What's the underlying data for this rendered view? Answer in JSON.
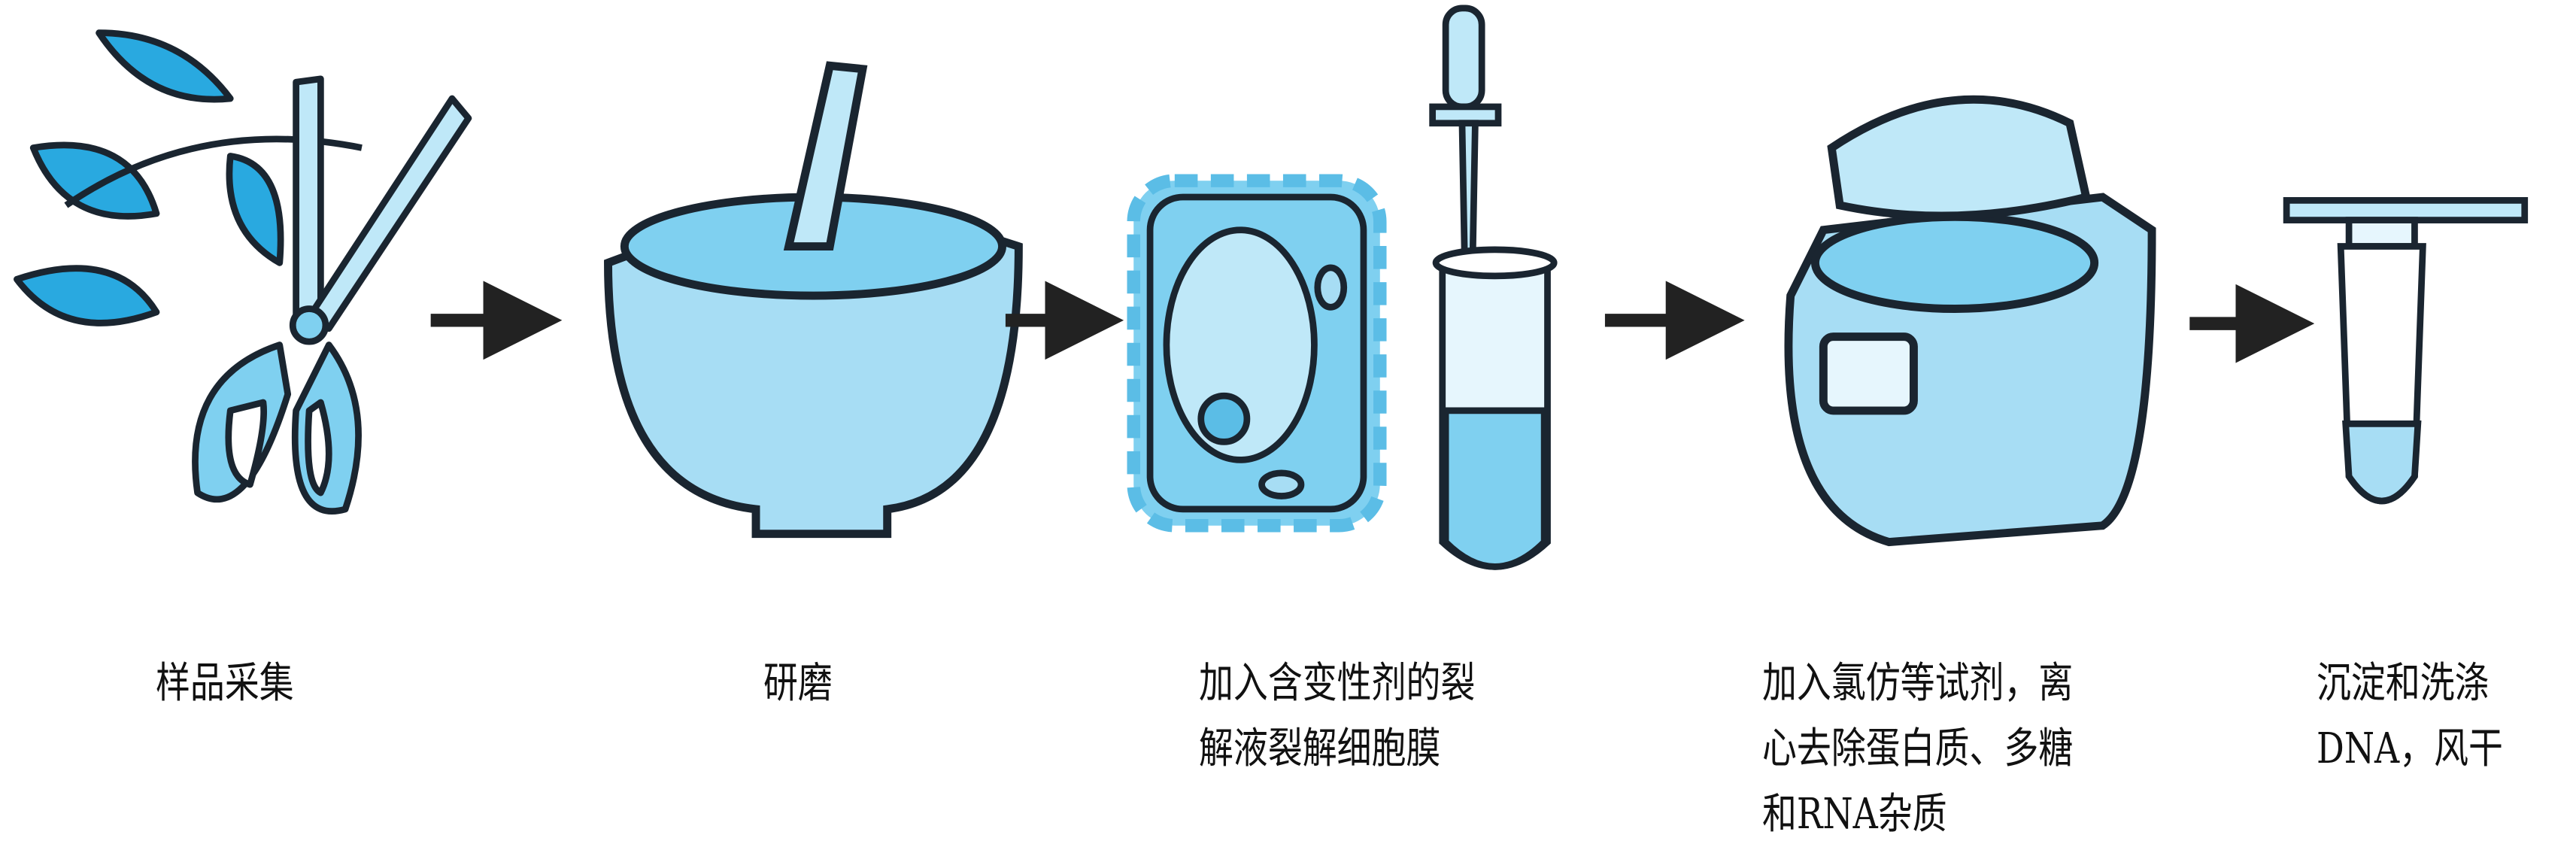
{
  "steps": [
    {
      "icon": "leaves-scissors-icon",
      "lines": [
        "样品采集"
      ]
    },
    {
      "icon": "mortar-pestle-icon",
      "lines": [
        "研磨"
      ]
    },
    {
      "icon": "cell-dropper-tube-icon",
      "lines": [
        "加入含变性剂的裂",
        "解液裂解细胞膜"
      ]
    },
    {
      "icon": "centrifuge-icon",
      "lines": [
        "加入氯仿等试剂，离",
        "心去除蛋白质、多糖",
        "和RNA杂质"
      ]
    },
    {
      "icon": "microtube-icon",
      "lines": [
        "沉淀和洗涤",
        "DNA，风干"
      ]
    }
  ],
  "colors": {
    "fill": "#7fd0f0",
    "fill_light": "#bfe8f8",
    "leaf": "#29a9e0",
    "stroke": "#1a2530",
    "arrow": "#222222"
  }
}
